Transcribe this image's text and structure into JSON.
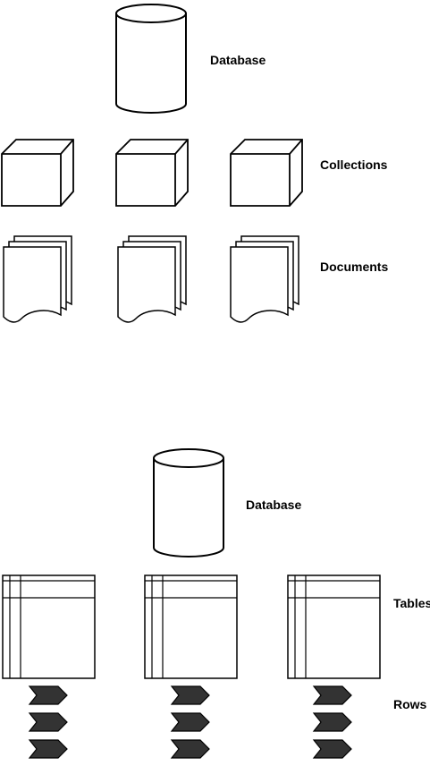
{
  "top_diagram": {
    "database_label": "Database",
    "collections_label": "Collections",
    "documents_label": "Documents",
    "icons": {
      "database": "cylinder-icon",
      "collection": "cube-icon",
      "document": "document-stack-icon"
    }
  },
  "bottom_diagram": {
    "database_label": "Database",
    "tables_label": "Tables",
    "rows_label": "Rows",
    "icons": {
      "database": "cylinder-icon",
      "table": "table-grid-icon",
      "row": "chevron-arrow-icon"
    }
  },
  "colors": {
    "stroke": "#000000",
    "fill": "#ffffff",
    "row_arrow": "#333333"
  }
}
